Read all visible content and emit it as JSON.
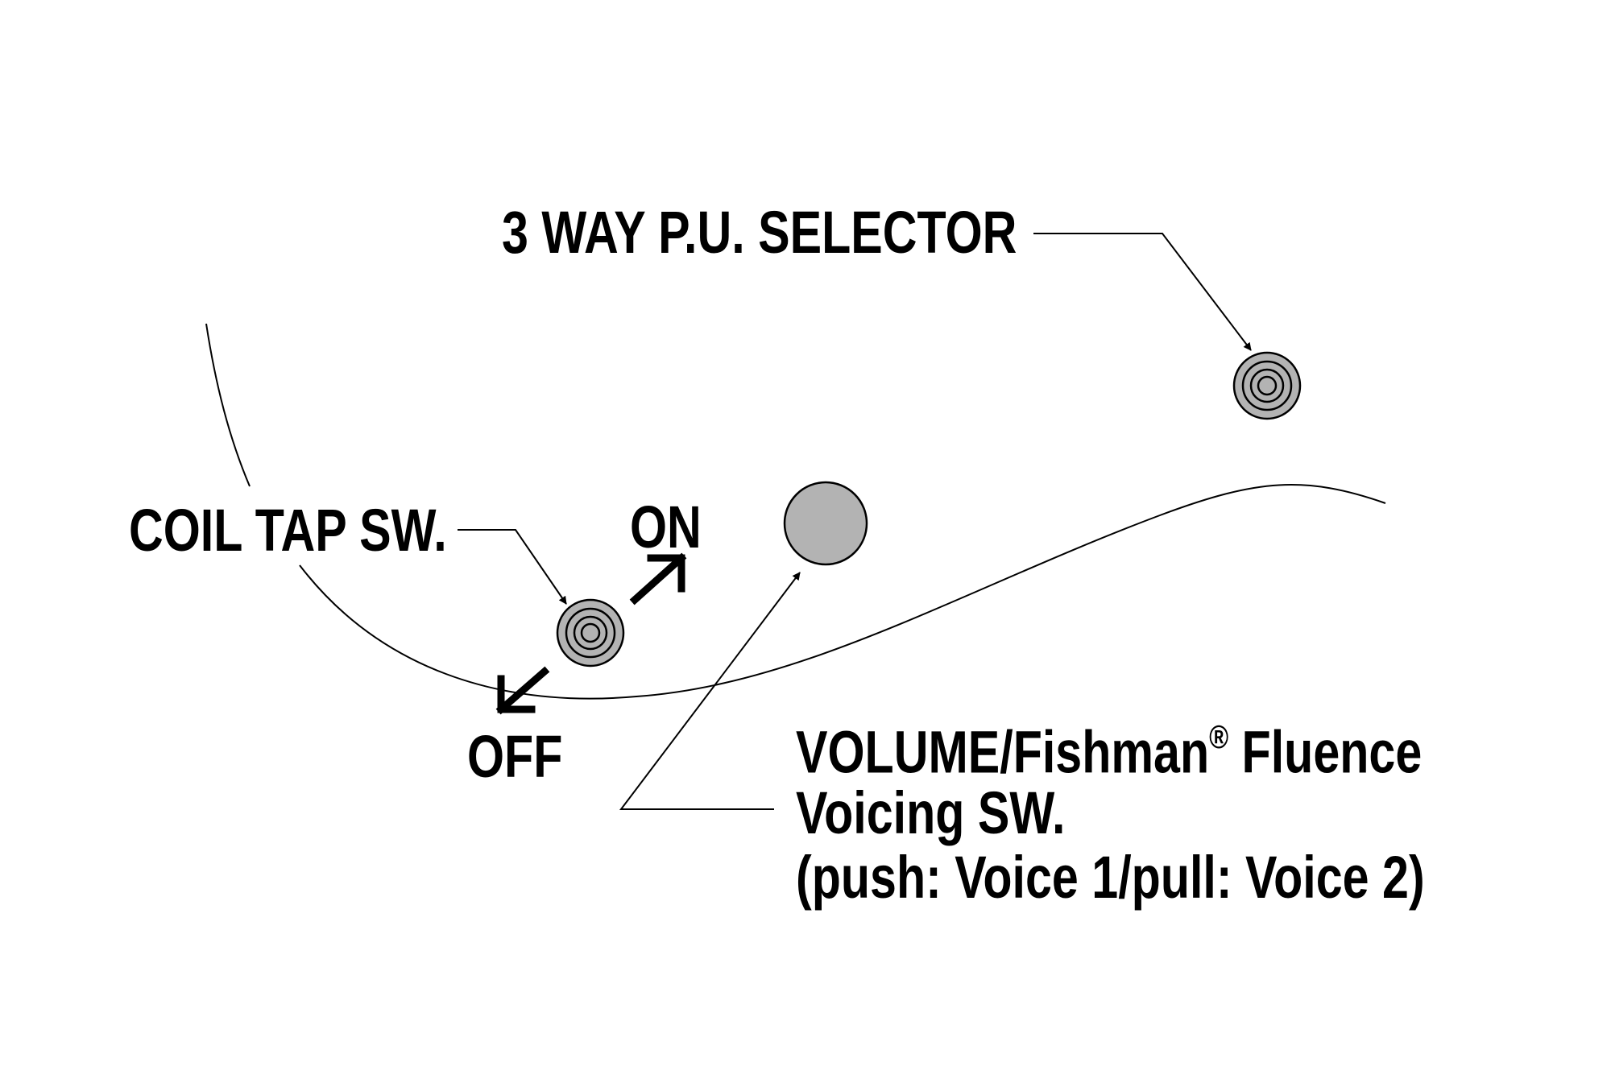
{
  "labels": {
    "selector": "3 WAY P.U. SELECTOR",
    "coil_tap": "COIL TAP SW.",
    "on": "ON",
    "off": "OFF",
    "volume_line1_a": "VOLUME/Fishman",
    "volume_line1_reg": "®",
    "volume_line1_b": " Fluence",
    "volume_line2": "Voicing SW.",
    "volume_line3": "(push: Voice 1/pull: Voice 2)"
  },
  "colors": {
    "knob_fill": "#b3b3b3",
    "line": "#000000",
    "background": "#ffffff"
  },
  "icons": [
    "switch-knob",
    "volume-knob",
    "leader-arrow",
    "direction-arrow"
  ]
}
